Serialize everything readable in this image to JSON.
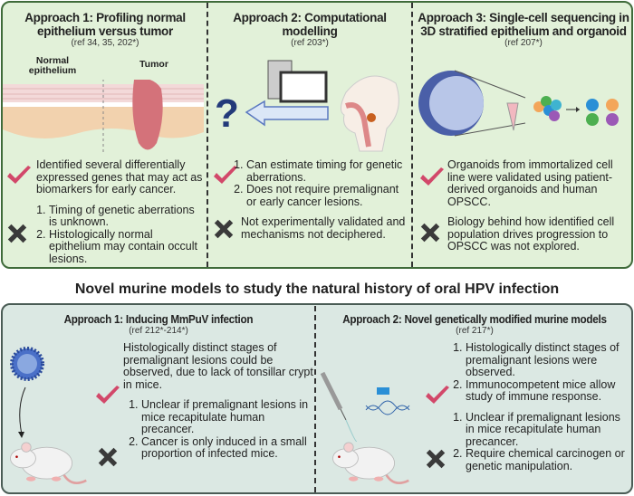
{
  "top": {
    "a1": {
      "title": "Approach 1: Profiling normal epithelium versus tumor",
      "ref": "(ref 34, 35, 202*)",
      "label_normal": "Normal epithelium",
      "label_tumor": "Tumor",
      "pro": "Identified several differentially expressed genes that may act as biomarkers for early cancer.",
      "cons": [
        "Timing of genetic aberrations is unknown.",
        "Histologically normal epithelium may contain occult  lesions."
      ]
    },
    "a2": {
      "title": "Approach 2: Computational modelling",
      "ref": "(ref 203*)",
      "pros": [
        "Can estimate timing for genetic aberrations.",
        "Does not require premalignant or early cancer lesions."
      ],
      "con": "Not experimentally validated and mechanisms not deciphered."
    },
    "a3": {
      "title": "Approach 3: Single-cell sequencing in 3D  stratified epithelium and organoid",
      "ref": "(ref 207*)",
      "pro": "Organoids from immortalized cell line were validated using patient-derived organoids and human OPSCC.",
      "con": "Biology behind how identified cell population drives progression to OPSCC was not explored."
    }
  },
  "main_title": "Novel murine models to study the natural history of oral HPV infection",
  "bottom": {
    "b1": {
      "title": "Approach 1: Inducing MmPuV infection",
      "ref": "(ref 212*-214*)",
      "pro": "Histologically distinct stages of premalignant lesions could be observed, due to lack of tonsillar crypt in mice.",
      "cons": [
        "Unclear if premalignant lesions in mice recapitulate human precancer.",
        "Cancer is only induced in a small proportion of infected mice."
      ]
    },
    "b2": {
      "title": "Approach 2: Novel genetically modified murine models",
      "ref": "(ref 217*)",
      "pros": [
        "Histologically distinct stages of premalignant lesions were observed.",
        "Immunocompetent mice allow study of immune response."
      ],
      "cons": [
        "Unclear if premalignant lesions in mice recapitulate human precancer.",
        "Require chemical carcinogen or genetic manipulation."
      ]
    }
  },
  "colors": {
    "check": "#d2486a",
    "cross": "#3a3a3a",
    "top_bg": "#e2f1d9",
    "bottom_bg": "#dbe8e3",
    "question": "#233a7a"
  }
}
